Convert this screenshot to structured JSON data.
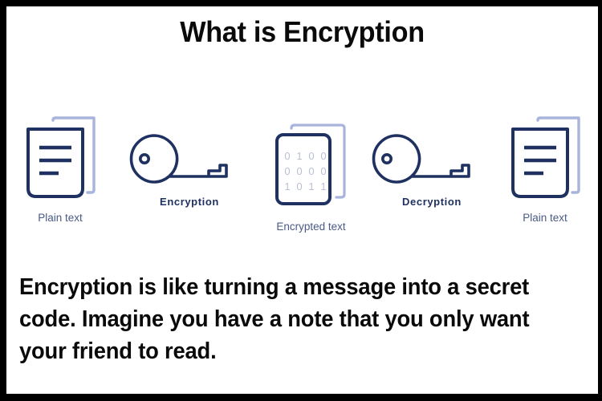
{
  "page": {
    "title": "What is Encryption",
    "body_text": "Encryption is like turning a message into a secret code. Imagine you have a note that you only want your friend to read.",
    "border_color": "#000000",
    "background_color": "#ffffff"
  },
  "colors": {
    "icon_navy": "#1f3160",
    "icon_light_blue": "#a9b4dd",
    "caption_blue": "#4a5a86",
    "caption_bold_navy": "#1f3160",
    "binary_digit": "#b9c0d4",
    "title_black": "#0a0a0a"
  },
  "flow": {
    "steps": [
      {
        "id": "plain-text-left",
        "icon": "document-icon",
        "label": "Plain text",
        "label_style": "regular"
      },
      {
        "id": "encryption",
        "icon": "key-icon",
        "label": "Encryption",
        "label_style": "bold"
      },
      {
        "id": "encrypted-text",
        "icon": "encrypted-document-icon",
        "label": "Encrypted text",
        "label_style": "regular",
        "binary_rows": [
          [
            "0",
            "1",
            "0",
            "0"
          ],
          [
            "0",
            "0",
            "0",
            "0"
          ],
          [
            "1",
            "0",
            "1",
            "1"
          ]
        ]
      },
      {
        "id": "decryption",
        "icon": "key-icon",
        "label": "Decryption",
        "label_style": "bold"
      },
      {
        "id": "plain-text-right",
        "icon": "document-icon",
        "label": "Plain text",
        "label_style": "regular"
      }
    ]
  }
}
